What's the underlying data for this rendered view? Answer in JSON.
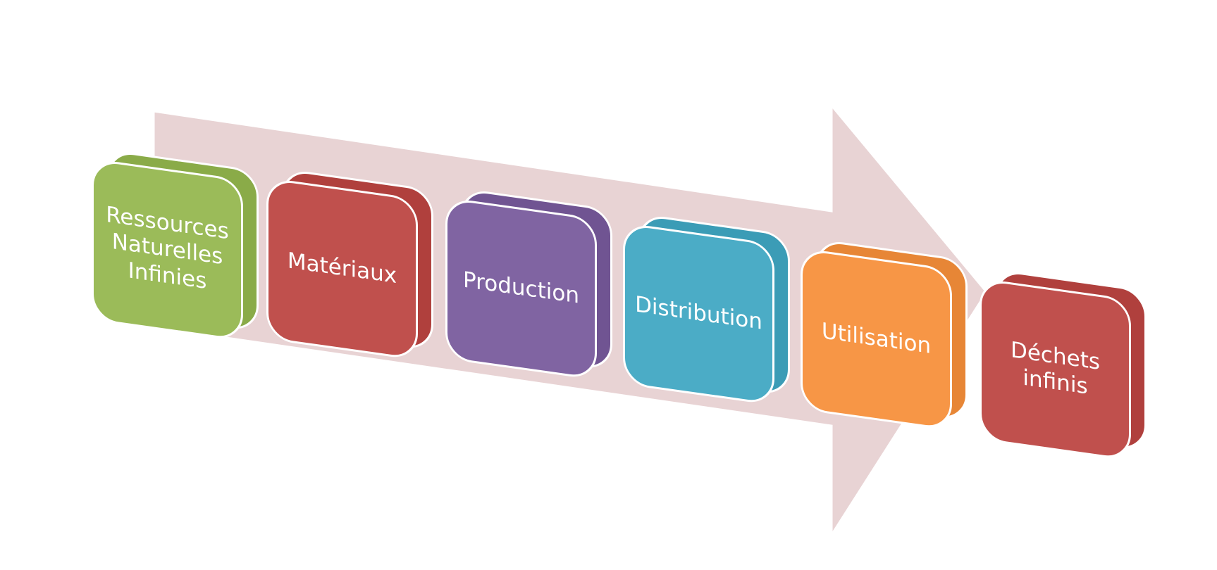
{
  "diagram": {
    "arrow_color": "#e8d3d4",
    "steps": [
      {
        "label": "Ressources\nNaturelles\nInfinies",
        "color": "#9bbb59",
        "shade": "#8aab48"
      },
      {
        "label": "Matériaux",
        "color": "#c0504d",
        "shade": "#b0403d"
      },
      {
        "label": "Production",
        "color": "#8064a2",
        "shade": "#705492"
      },
      {
        "label": "Distribution",
        "color": "#4bacc6",
        "shade": "#3b9cb6"
      },
      {
        "label": "Utilisation",
        "color": "#f79646",
        "shade": "#e78636"
      },
      {
        "label": "Déchets\ninfinis",
        "color": "#c0504d",
        "shade": "#b0403d"
      }
    ]
  }
}
